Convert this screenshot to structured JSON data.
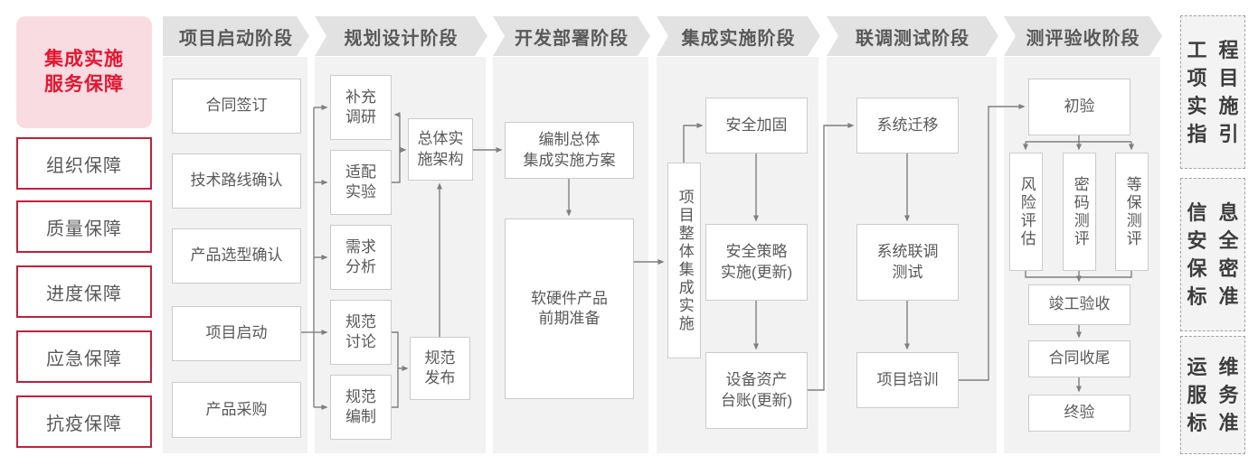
{
  "sidebar": {
    "title_lines": [
      "集成实施",
      "服务保障"
    ],
    "items": [
      {
        "label": "组织保障"
      },
      {
        "label": "质量保障"
      },
      {
        "label": "进度保障"
      },
      {
        "label": "应急保障"
      },
      {
        "label": "抗疫保障"
      }
    ]
  },
  "columns": [
    {
      "header": "项目启动阶段",
      "boxes": [
        {
          "lines": [
            "合同签订"
          ]
        },
        {
          "lines": [
            "技术路线确认"
          ]
        },
        {
          "lines": [
            "产品选型确认"
          ]
        },
        {
          "lines": [
            "项目启动"
          ]
        },
        {
          "lines": [
            "产品采购"
          ]
        }
      ]
    },
    {
      "header": "规划设计阶段",
      "boxes": [
        {
          "lines": [
            "补充",
            "调研"
          ]
        },
        {
          "lines": [
            "适配",
            "实验"
          ]
        },
        {
          "lines": [
            "需求",
            "分析"
          ]
        },
        {
          "lines": [
            "规范",
            "讨论"
          ]
        },
        {
          "lines": [
            "规范",
            "编制"
          ]
        },
        {
          "lines": [
            "总体实",
            "施架构"
          ]
        },
        {
          "lines": [
            "规范",
            "发布"
          ]
        }
      ]
    },
    {
      "header": "开发部署阶段",
      "boxes": [
        {
          "lines": [
            "编制总体",
            "集成实施方案"
          ]
        },
        {
          "lines": [
            "软硬件产品",
            "前期准备"
          ]
        }
      ]
    },
    {
      "header": "集成实施阶段",
      "boxes": [
        {
          "lines": [
            "项目整体集成实施"
          ]
        },
        {
          "lines": [
            "安全加固"
          ]
        },
        {
          "lines": [
            "安全策略",
            "实施(更新)"
          ]
        },
        {
          "lines": [
            "设备资产",
            "台账(更新)"
          ]
        }
      ]
    },
    {
      "header": "联调测试阶段",
      "boxes": [
        {
          "lines": [
            "系统迁移"
          ]
        },
        {
          "lines": [
            "系统联调",
            "测试"
          ]
        },
        {
          "lines": [
            "项目培训"
          ]
        }
      ]
    },
    {
      "header": "测评验收阶段",
      "boxes": [
        {
          "lines": [
            "初验"
          ]
        },
        {
          "lines": [
            "风险评估"
          ]
        },
        {
          "lines": [
            "密码测评"
          ]
        },
        {
          "lines": [
            "等保测评"
          ]
        },
        {
          "lines": [
            "竣工验收"
          ]
        },
        {
          "lines": [
            "合同收尾"
          ]
        },
        {
          "lines": [
            "终验"
          ]
        }
      ]
    }
  ],
  "standards": [
    {
      "rows": [
        "工程",
        "项目",
        "实施",
        "指引"
      ]
    },
    {
      "rows": [
        "信息",
        "安全",
        "保密",
        "标准"
      ]
    },
    {
      "rows": [
        "运维",
        "服务",
        "标准"
      ]
    }
  ],
  "colors": {
    "accent_red": "#e4162f",
    "pink_bg": "#f9dce2",
    "red_border": "#c0213a",
    "text_gray": "#595959",
    "header_bg": "#e2e2e2",
    "column_bg": "#f2f2f2",
    "box_border": "#cbcbcb",
    "connector": "#7f7f7f",
    "standard_text": "#3d3d3d"
  }
}
